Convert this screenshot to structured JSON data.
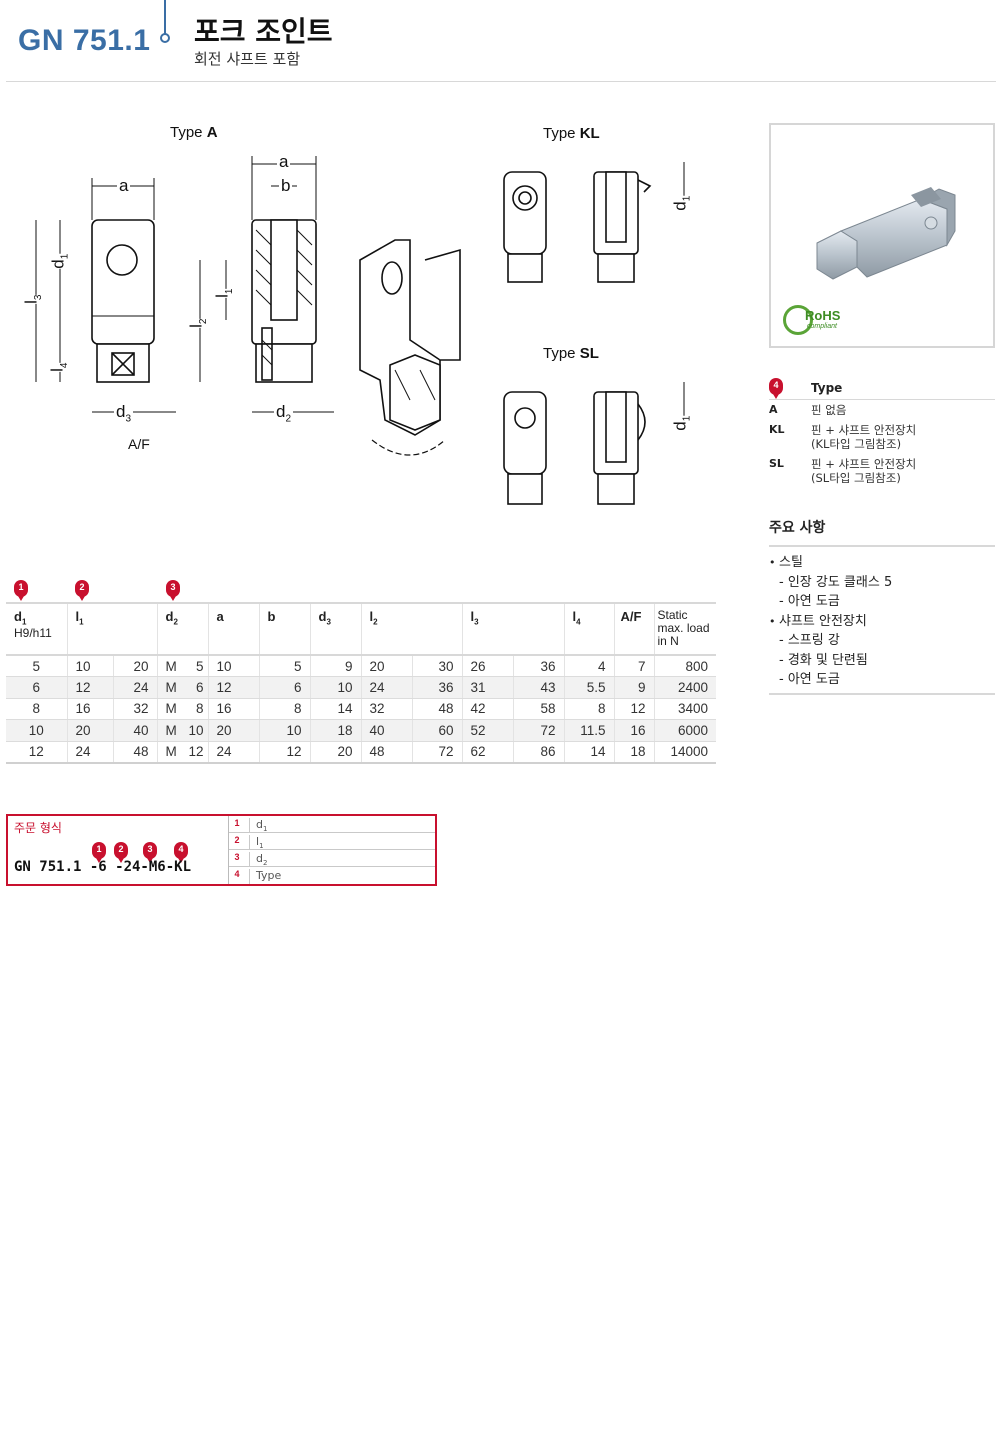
{
  "header": {
    "code": "GN 751.1",
    "title": "포크 조인트",
    "subtitle": "회전 샤프트 포함"
  },
  "drawings": {
    "type_a": "Type",
    "type_a_bold": "A",
    "type_kl": "Type",
    "type_kl_bold": "KL",
    "type_sl": "Type",
    "type_sl_bold": "SL",
    "dims": {
      "a": "a",
      "a2": "a",
      "b": "b",
      "d1": "d",
      "d1_sub": "1",
      "l3": "l",
      "l3_sub": "3",
      "l4": "l",
      "l4_sub": "4",
      "l1": "l",
      "l1_sub": "1",
      "l2": "l",
      "l2_sub": "2",
      "d3": "d",
      "d3_sub": "3",
      "d2": "d",
      "d2_sub": "2",
      "af": "A/F",
      "kl_d1": "d",
      "kl_d1_sub": "1",
      "sl_d1": "d",
      "sl_d1_sub": "1"
    }
  },
  "photo": {
    "rohs": "RoHS",
    "rohs_sub": "compliant"
  },
  "type_block": {
    "badge": "4",
    "heading": "Type",
    "rows": [
      {
        "key": "A",
        "line1": "핀 없음",
        "line2": ""
      },
      {
        "key": "KL",
        "line1": "핀 + 샤프트 안전장치",
        "line2": "(KL타입 그림참조)"
      },
      {
        "key": "SL",
        "line1": "핀 + 샤프트 안전장치",
        "line2": "(SL타입 그림참조)"
      }
    ]
  },
  "facts": {
    "title": "주요 사항",
    "items": [
      "스틸",
      "인장 강도 클래스 5",
      "아연 도금",
      "샤프트 안전장치",
      "스프링 강",
      "경화 및 단련됨",
      "아연 도금"
    ]
  },
  "table": {
    "badges": [
      "1",
      "2",
      "3"
    ],
    "headers": {
      "d1": "d",
      "d1_sub": "1",
      "d1_tol": "H9/h11",
      "l1": "l",
      "l1_sub": "1",
      "d2": "d",
      "d2_sub": "2",
      "a": "a",
      "b": "b",
      "d3": "d",
      "d3_sub": "3",
      "l2": "l",
      "l2_sub": "2",
      "l3": "l",
      "l3_sub": "3",
      "l4": "l",
      "l4_sub": "4",
      "af": "A/F",
      "load1": "Static",
      "load2": "max. load",
      "load3": "in N"
    },
    "rows": [
      [
        "5",
        "10",
        "20",
        "M",
        "5",
        "10",
        "5",
        "9",
        "20",
        "30",
        "26",
        "36",
        "4",
        "7",
        "800"
      ],
      [
        "6",
        "12",
        "24",
        "M",
        "6",
        "12",
        "6",
        "10",
        "24",
        "36",
        "31",
        "43",
        "5.5",
        "9",
        "2400"
      ],
      [
        "8",
        "16",
        "32",
        "M",
        "8",
        "16",
        "8",
        "14",
        "32",
        "48",
        "42",
        "58",
        "8",
        "12",
        "3400"
      ],
      [
        "10",
        "20",
        "40",
        "M",
        "10",
        "20",
        "10",
        "18",
        "40",
        "60",
        "52",
        "72",
        "11.5",
        "16",
        "6000"
      ],
      [
        "12",
        "24",
        "48",
        "M",
        "12",
        "24",
        "12",
        "20",
        "48",
        "72",
        "62",
        "86",
        "14",
        "18",
        "14000"
      ]
    ]
  },
  "order": {
    "title": "주문 형식",
    "code": "GN 751.1 -6 -24-M6-KL",
    "badges": [
      "1",
      "2",
      "3",
      "4"
    ],
    "legend": [
      {
        "n": "1",
        "t": "d",
        "sub": "1"
      },
      {
        "n": "2",
        "t": "l",
        "sub": "1"
      },
      {
        "n": "3",
        "t": "d",
        "sub": "2"
      },
      {
        "n": "4",
        "t": "Type",
        "sub": ""
      }
    ]
  }
}
